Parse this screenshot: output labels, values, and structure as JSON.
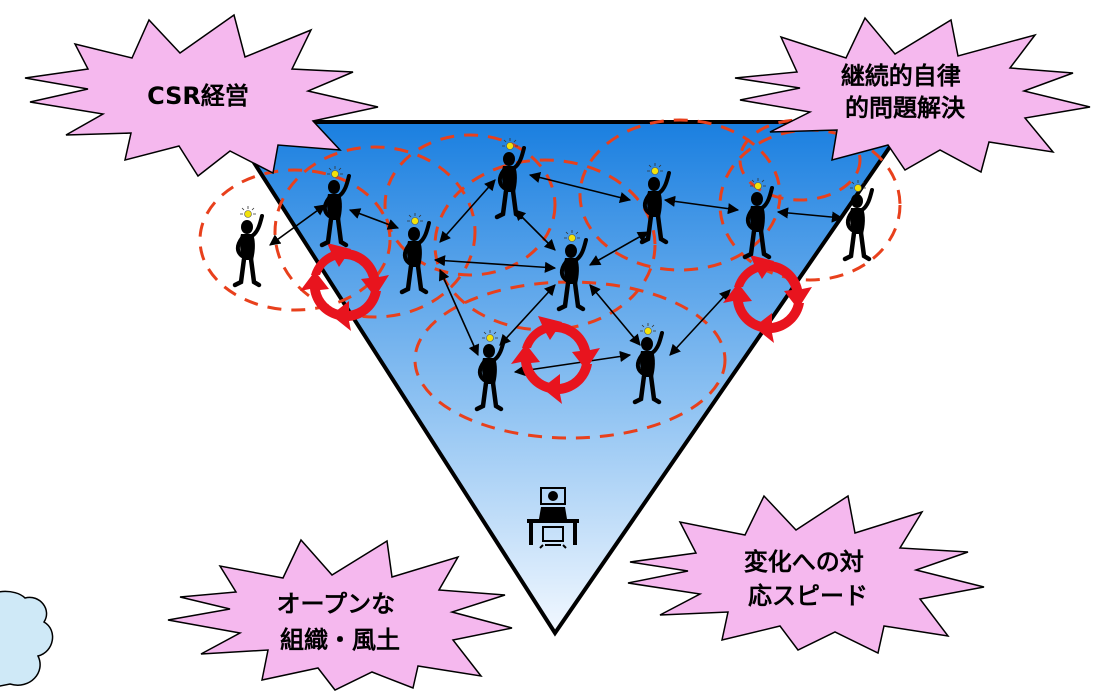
{
  "bursts": {
    "csr": {
      "lines": [
        "CSR経営"
      ]
    },
    "continuous": {
      "lines": [
        "継続的自律",
        "的問題解決"
      ]
    },
    "open": {
      "lines": [
        "オープンな",
        "組織・風土"
      ]
    },
    "speed": {
      "lines": [
        "変化への対",
        "応スピード"
      ]
    }
  },
  "colors": {
    "burst_fill": "#F5B8EE",
    "triangle_top": "#1A7FE0",
    "triangle_bottom": "#F2F8FF",
    "dashed_circle": "#E8401C",
    "cycle_arrow": "#E8141E",
    "cloud_fill": "#CFE9F7"
  },
  "icons": {
    "person": "person-with-lightbulb-icon",
    "cycle": "cycle-arrows-icon",
    "leader": "person-at-desk-icon",
    "cloud": "cloud-icon"
  }
}
